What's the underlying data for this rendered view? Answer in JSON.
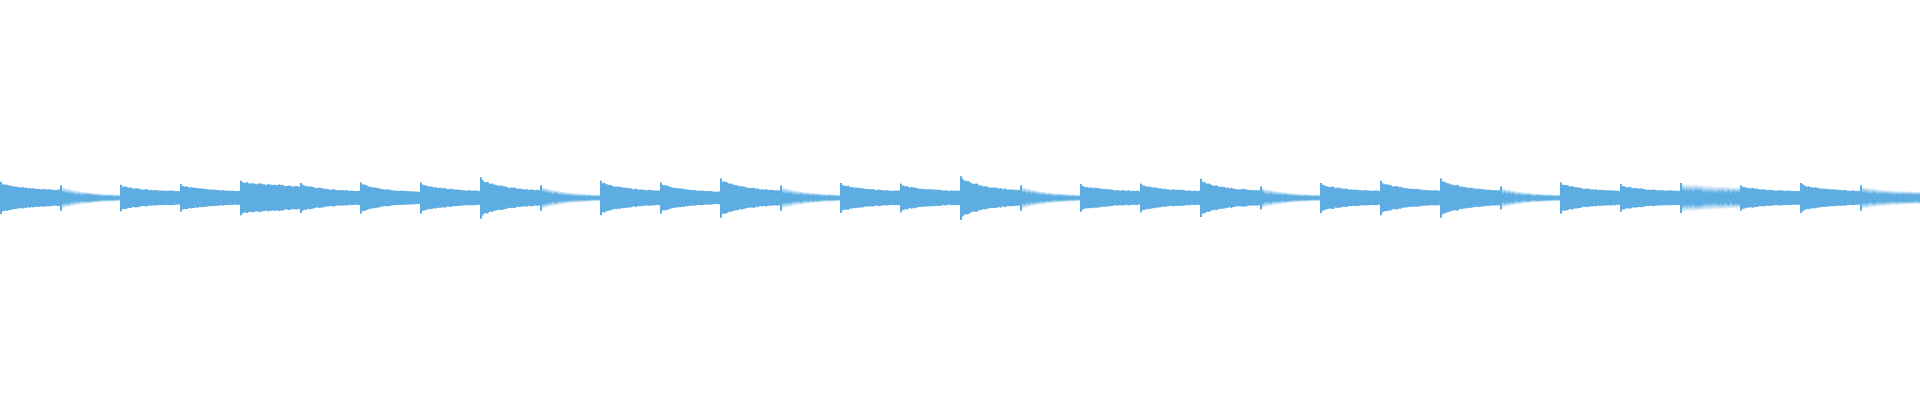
{
  "waveform": {
    "color": "#5DADE2",
    "background": "#FFFFFF",
    "segments": [
      {
        "style": "decay",
        "peak": 0.28,
        "tail": 0.14
      },
      {
        "style": "comb",
        "peak": 0.22,
        "tail": 0.04
      },
      {
        "style": "decay",
        "peak": 0.23,
        "tail": 0.12
      },
      {
        "style": "decay",
        "peak": 0.24,
        "tail": 0.12
      },
      {
        "style": "flat",
        "peak": 0.3,
        "tail": 0.16
      },
      {
        "style": "decay",
        "peak": 0.26,
        "tail": 0.12
      },
      {
        "style": "decay",
        "peak": 0.27,
        "tail": 0.1
      },
      {
        "style": "decay",
        "peak": 0.27,
        "tail": 0.12
      },
      {
        "style": "decay",
        "peak": 0.36,
        "tail": 0.12
      },
      {
        "style": "comb",
        "peak": 0.22,
        "tail": 0.04
      },
      {
        "style": "decay",
        "peak": 0.3,
        "tail": 0.12
      },
      {
        "style": "decay",
        "peak": 0.27,
        "tail": 0.1
      },
      {
        "style": "decay",
        "peak": 0.34,
        "tail": 0.12
      },
      {
        "style": "comb",
        "peak": 0.22,
        "tail": 0.04
      },
      {
        "style": "decay",
        "peak": 0.26,
        "tail": 0.12
      },
      {
        "style": "decay",
        "peak": 0.25,
        "tail": 0.12
      },
      {
        "style": "decay",
        "peak": 0.38,
        "tail": 0.12
      },
      {
        "style": "comb",
        "peak": 0.22,
        "tail": 0.04
      },
      {
        "style": "decay",
        "peak": 0.24,
        "tail": 0.12
      },
      {
        "style": "decay",
        "peak": 0.25,
        "tail": 0.12
      },
      {
        "style": "decay",
        "peak": 0.33,
        "tail": 0.12
      },
      {
        "style": "comb",
        "peak": 0.2,
        "tail": 0.04
      },
      {
        "style": "decay",
        "peak": 0.26,
        "tail": 0.12
      },
      {
        "style": "decay",
        "peak": 0.3,
        "tail": 0.12
      },
      {
        "style": "decay",
        "peak": 0.34,
        "tail": 0.12
      },
      {
        "style": "comb",
        "peak": 0.2,
        "tail": 0.04
      },
      {
        "style": "decay",
        "peak": 0.27,
        "tail": 0.12
      },
      {
        "style": "decay",
        "peak": 0.24,
        "tail": 0.12
      },
      {
        "style": "flat-comb",
        "peak": 0.26,
        "tail": 0.14
      },
      {
        "style": "decay",
        "peak": 0.22,
        "tail": 0.12
      },
      {
        "style": "decay",
        "peak": 0.26,
        "tail": 0.12
      },
      {
        "style": "comb",
        "peak": 0.22,
        "tail": 0.1
      }
    ]
  }
}
